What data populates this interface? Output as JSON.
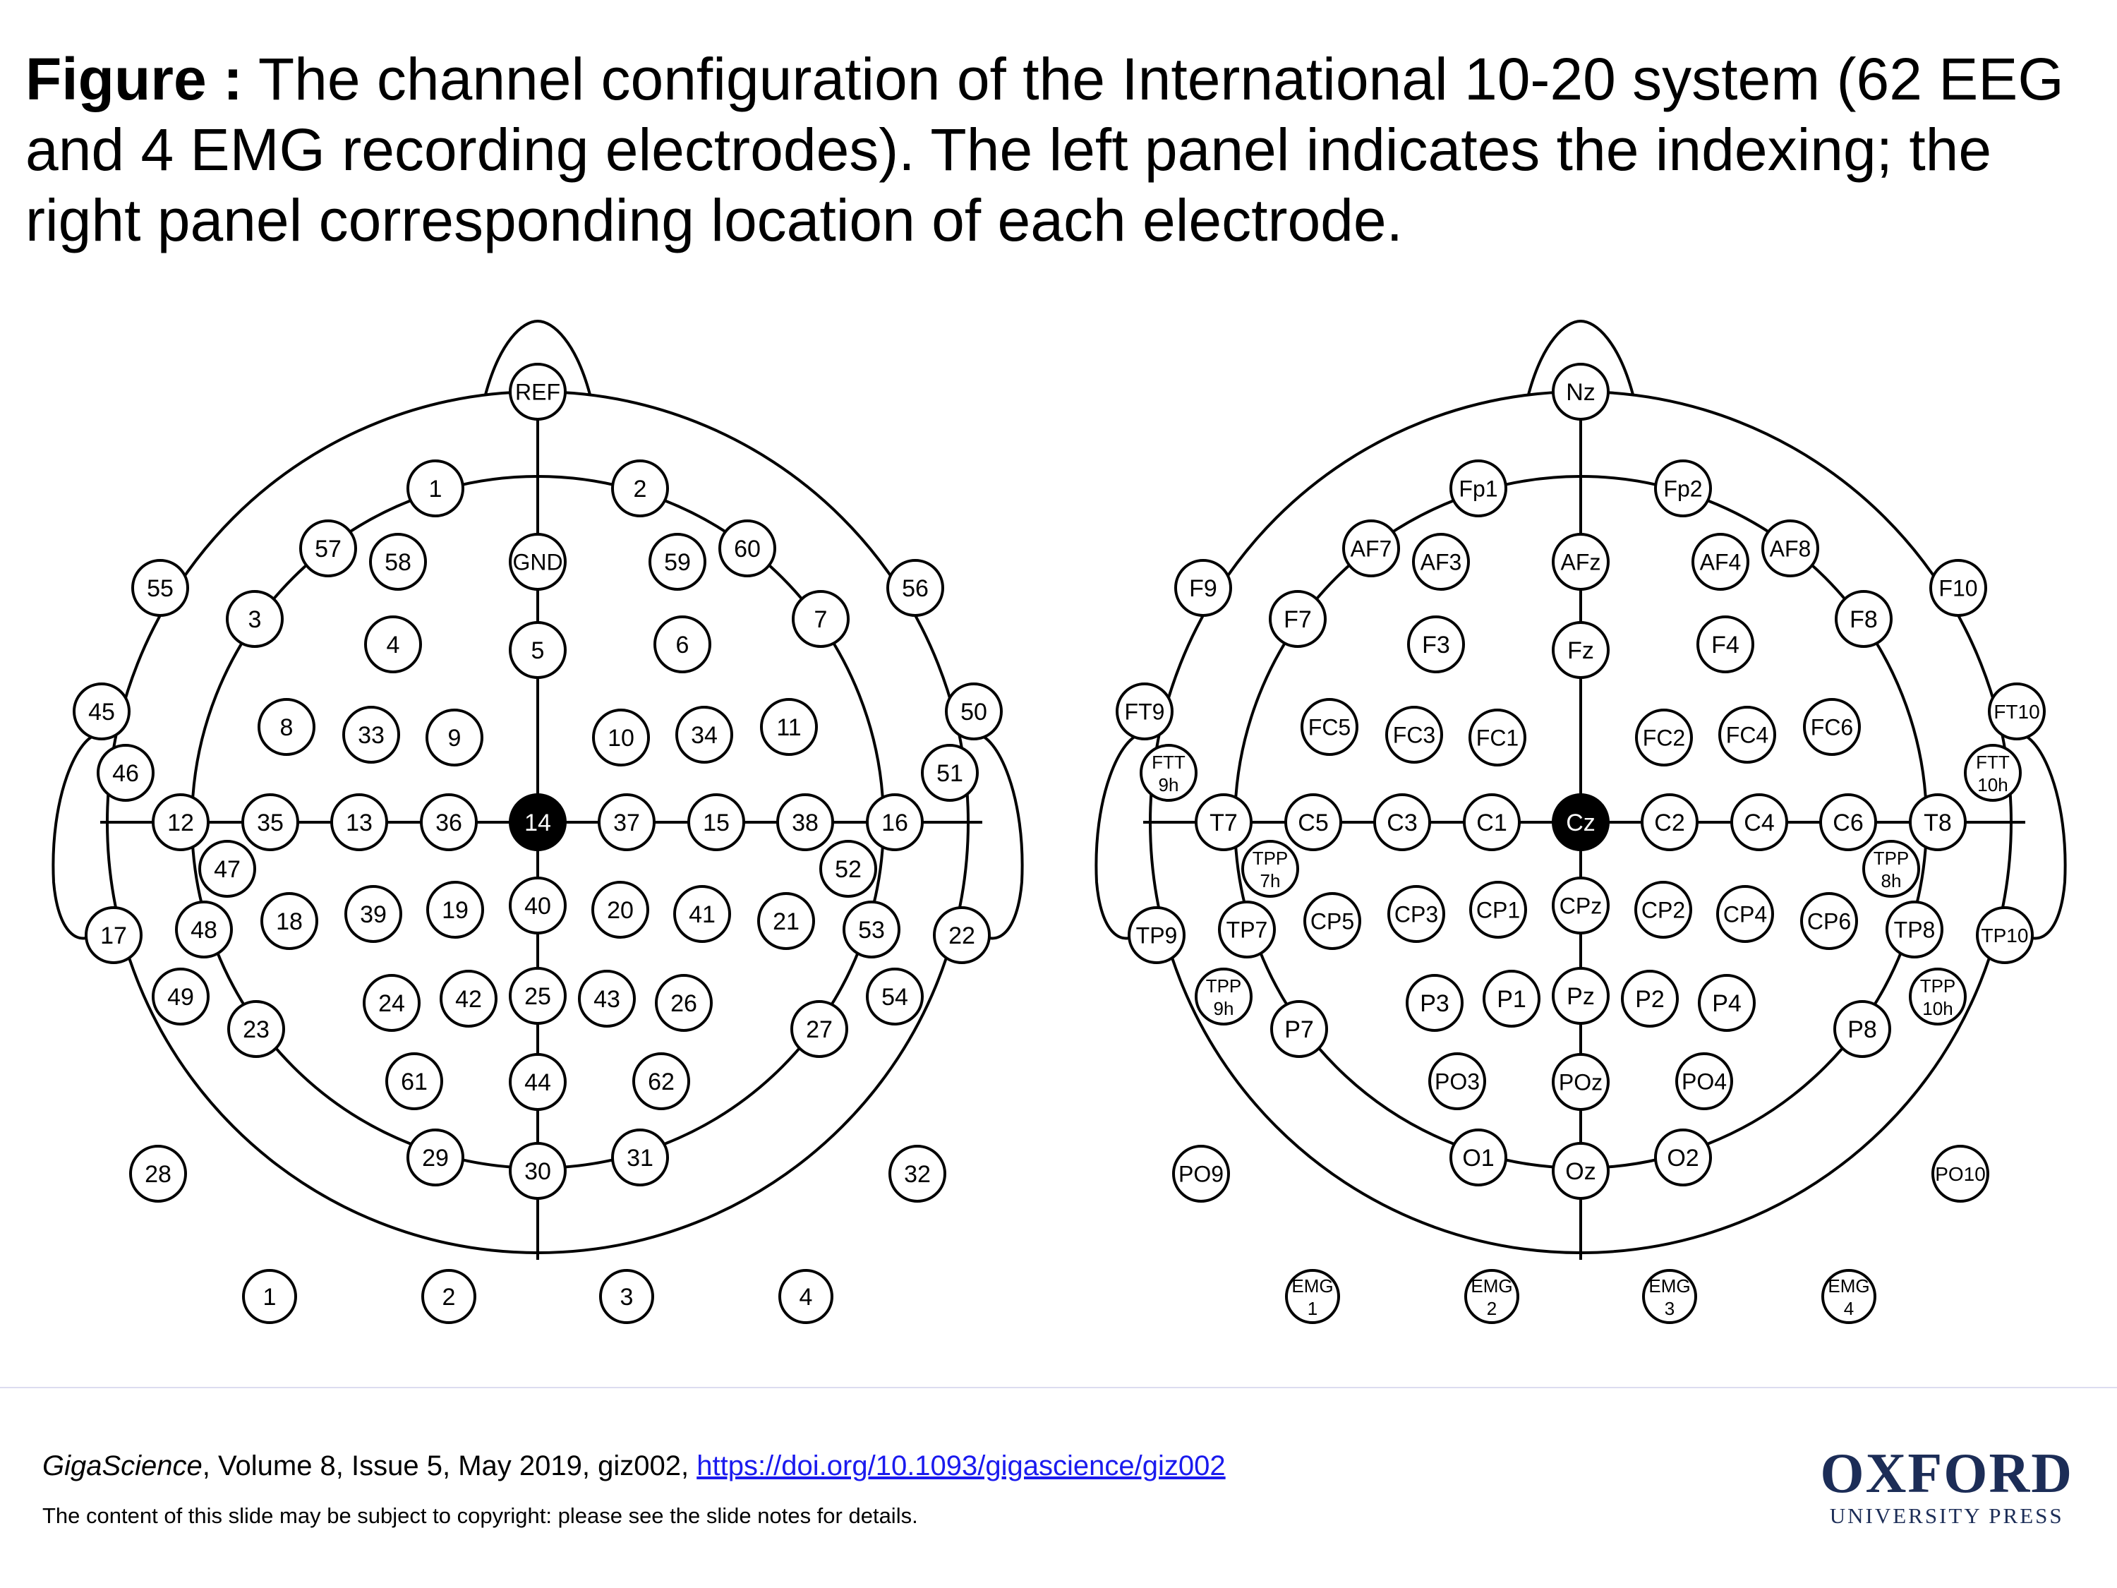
{
  "caption": {
    "label": "Figure :",
    "text": " The channel configuration of the International 10-20 system (62 EEG and 4 EMG recording electrodes). The left panel indicates the indexing; the right panel corresponding location of each electrode."
  },
  "left_panel": {
    "head": [
      {
        "t": "REF"
      },
      {
        "t": "1"
      },
      {
        "t": "2"
      },
      {
        "t": "57"
      },
      {
        "t": "58"
      },
      {
        "t": "GND"
      },
      {
        "t": "59"
      },
      {
        "t": "60"
      },
      {
        "t": "55"
      },
      {
        "t": "3"
      },
      {
        "t": "56"
      },
      {
        "t": "7"
      },
      {
        "t": "4"
      },
      {
        "t": "5"
      },
      {
        "t": "6"
      },
      {
        "t": "45"
      },
      {
        "t": "8"
      },
      {
        "t": "33"
      },
      {
        "t": "9"
      },
      {
        "t": "10"
      },
      {
        "t": "34"
      },
      {
        "t": "11"
      },
      {
        "t": "50"
      },
      {
        "t": "46"
      },
      {
        "t": "51"
      },
      {
        "t": "12"
      },
      {
        "t": "35"
      },
      {
        "t": "13"
      },
      {
        "t": "36"
      },
      {
        "t": "14",
        "active": true
      },
      {
        "t": "37"
      },
      {
        "t": "15"
      },
      {
        "t": "38"
      },
      {
        "t": "16"
      },
      {
        "t": "47"
      },
      {
        "t": "52"
      },
      {
        "t": "17"
      },
      {
        "t": "48"
      },
      {
        "t": "18"
      },
      {
        "t": "39"
      },
      {
        "t": "19"
      },
      {
        "t": "40"
      },
      {
        "t": "20"
      },
      {
        "t": "41"
      },
      {
        "t": "21"
      },
      {
        "t": "53"
      },
      {
        "t": "22"
      },
      {
        "t": "49"
      },
      {
        "t": "24"
      },
      {
        "t": "42"
      },
      {
        "t": "25"
      },
      {
        "t": "43"
      },
      {
        "t": "26"
      },
      {
        "t": "54"
      },
      {
        "t": "23"
      },
      {
        "t": "27"
      },
      {
        "t": "61"
      },
      {
        "t": "44"
      },
      {
        "t": "62"
      },
      {
        "t": "29"
      },
      {
        "t": "31"
      },
      {
        "t": "28"
      },
      {
        "t": "30"
      },
      {
        "t": "32"
      }
    ],
    "emg": [
      "1",
      "2",
      "3",
      "4"
    ]
  },
  "right_panel": {
    "head": [
      {
        "t": "Nz"
      },
      {
        "t": "Fp1"
      },
      {
        "t": "Fp2"
      },
      {
        "t": "AF7"
      },
      {
        "t": "AF3"
      },
      {
        "t": "AFz"
      },
      {
        "t": "AF4"
      },
      {
        "t": "AF8"
      },
      {
        "t": "F9"
      },
      {
        "t": "F7"
      },
      {
        "t": "F10"
      },
      {
        "t": "F8"
      },
      {
        "t": "F3"
      },
      {
        "t": "Fz"
      },
      {
        "t": "F4"
      },
      {
        "t": "FT9"
      },
      {
        "t": "FC5"
      },
      {
        "t": "FC3"
      },
      {
        "t": "FC1"
      },
      {
        "t": "FC2"
      },
      {
        "t": "FC4"
      },
      {
        "t": "FC6"
      },
      {
        "t": "FT10"
      },
      {
        "t": "FTT",
        "t2": "9h"
      },
      {
        "t": "FTT",
        "t2": "10h"
      },
      {
        "t": "T7"
      },
      {
        "t": "C5"
      },
      {
        "t": "C3"
      },
      {
        "t": "C1"
      },
      {
        "t": "Cz",
        "active": true
      },
      {
        "t": "C2"
      },
      {
        "t": "C4"
      },
      {
        "t": "C6"
      },
      {
        "t": "T8"
      },
      {
        "t": "TPP",
        "t2": "7h"
      },
      {
        "t": "TPP",
        "t2": "8h"
      },
      {
        "t": "TP9"
      },
      {
        "t": "TP7"
      },
      {
        "t": "CP5"
      },
      {
        "t": "CP3"
      },
      {
        "t": "CP1"
      },
      {
        "t": "CPz"
      },
      {
        "t": "CP2"
      },
      {
        "t": "CP4"
      },
      {
        "t": "CP6"
      },
      {
        "t": "TP8"
      },
      {
        "t": "TP10"
      },
      {
        "t": "TPP",
        "t2": "9h"
      },
      {
        "t": "P3"
      },
      {
        "t": "P1"
      },
      {
        "t": "Pz"
      },
      {
        "t": "P2"
      },
      {
        "t": "P4"
      },
      {
        "t": "TPP",
        "t2": "10h"
      },
      {
        "t": "P7"
      },
      {
        "t": "P8"
      },
      {
        "t": "PO3"
      },
      {
        "t": "POz"
      },
      {
        "t": "PO4"
      },
      {
        "t": "O1"
      },
      {
        "t": "O2"
      },
      {
        "t": "PO9"
      },
      {
        "t": "Oz"
      },
      {
        "t": "PO10"
      }
    ],
    "emg": [
      {
        "t": "EMG",
        "t2": "1"
      },
      {
        "t": "EMG",
        "t2": "2"
      },
      {
        "t": "EMG",
        "t2": "3"
      },
      {
        "t": "EMG",
        "t2": "4"
      }
    ]
  },
  "footer": {
    "journal": "GigaScience",
    "details": ", Volume 8, Issue 5, May 2019, giz002, ",
    "doi": "https://doi.org/10.1093/gigascience/giz002",
    "copyright": "The content of this slide may be subject to copyright: please see the slide notes for details.",
    "publisher_line1": "OXFORD",
    "publisher_line2": "UNIVERSITY PRESS"
  },
  "colors": {
    "line": "#000000",
    "active_fill": "#000000",
    "publisher": "#1c2d57",
    "link": "#1a1aee"
  }
}
